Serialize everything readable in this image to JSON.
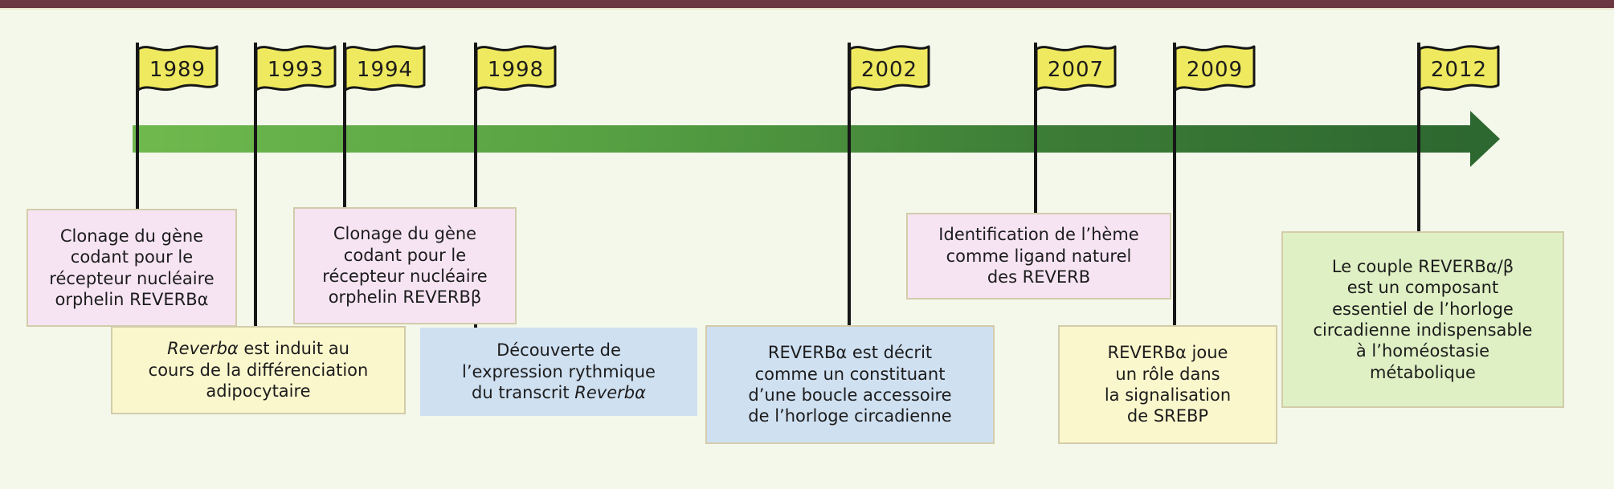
{
  "page": {
    "background_color": "#f3f8ea",
    "top_bar_color": "#6b3742"
  },
  "timeline": {
    "arrow_color_start": "#6fb94e",
    "arrow_color_end": "#2d6830",
    "flag_fill_color": "#efe95f",
    "flags": [
      {
        "year": "1989"
      },
      {
        "year": "1993"
      },
      {
        "year": "1994"
      },
      {
        "year": "1998"
      },
      {
        "year": "2002"
      },
      {
        "year": "2007"
      },
      {
        "year": "2009"
      },
      {
        "year": "2012"
      }
    ]
  },
  "boxes": [
    {
      "year": "1989",
      "color": "#f6e4f3",
      "pre": "Clonage du gène\ncodant pour le\nrécepteur nucléaire\norphelin REVERBα",
      "italic": "",
      "post": ""
    },
    {
      "year": "1993",
      "color": "#fbf7cd",
      "pre": "",
      "italic": "Reverbα",
      "post": " est induit au\ncours de la différenciation\nadipocytaire"
    },
    {
      "year": "1994",
      "color": "#f6e4f3",
      "pre": "Clonage du gène\ncodant pour le\nrécepteur nucléaire\norphelin REVERBβ",
      "italic": "",
      "post": ""
    },
    {
      "year": "1998",
      "color": "#cfe0f1",
      "pre": "Découverte de\nl’expression rythmique\ndu transcrit ",
      "italic": "Reverbα",
      "post": ""
    },
    {
      "year": "2002",
      "color": "#cfe0f1",
      "pre": "REVERBα est décrit\ncomme un constituant\nd’une boucle accessoire\nde l’horloge circadienne",
      "italic": "",
      "post": ""
    },
    {
      "year": "2007",
      "color": "#f6e4f3",
      "pre": "Identification de l’hème\ncomme ligand naturel\ndes REVERB",
      "italic": "",
      "post": ""
    },
    {
      "year": "2009",
      "color": "#fbf7cd",
      "pre": "REVERBα joue\nun rôle dans\nla signalisation\nde SREBP",
      "italic": "",
      "post": ""
    },
    {
      "year": "2012",
      "color": "#dff0c4",
      "pre": "Le couple REVERBα/β\nest un composant\nessentiel de l’horloge\ncircadienne indispensable\nà l’homéostasie\nmétabolique",
      "italic": "",
      "post": ""
    }
  ]
}
